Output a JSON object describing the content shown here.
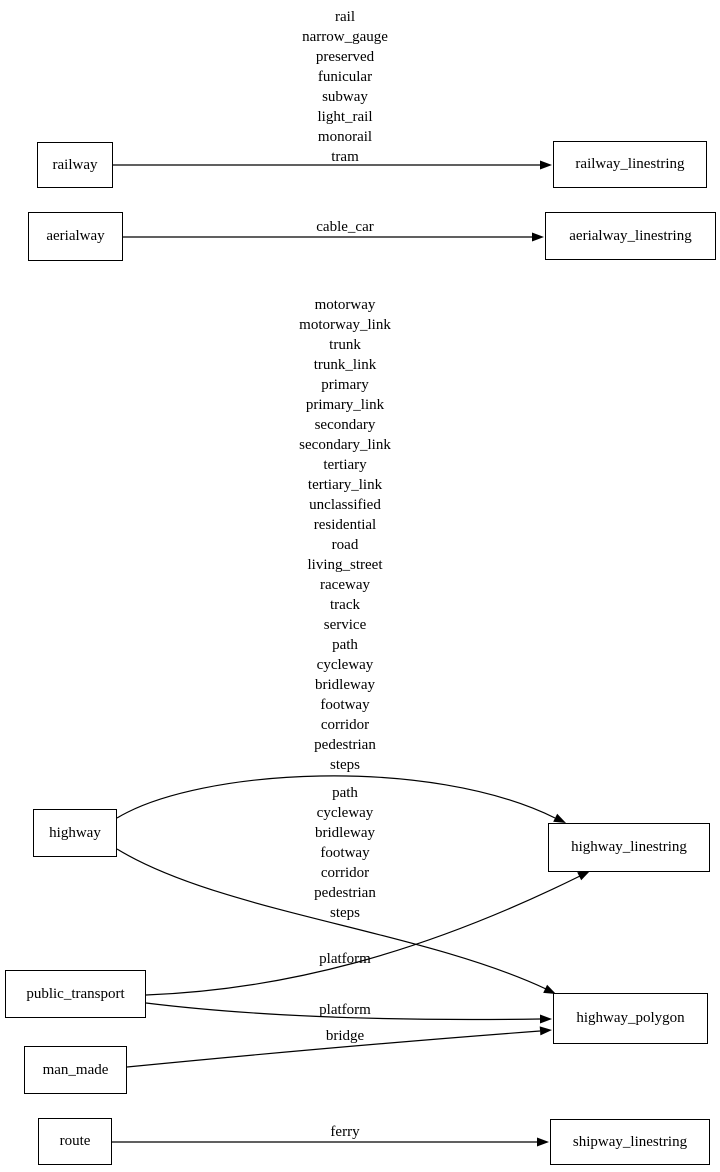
{
  "diagram": {
    "colors": {
      "background": "#ffffff",
      "node_border": "#000000",
      "edge": "#000000",
      "text": "#000000"
    },
    "nodes": [
      {
        "id": "railway",
        "label": "railway"
      },
      {
        "id": "railway_linestring",
        "label": "railway_linestring"
      },
      {
        "id": "aerialway",
        "label": "aerialway"
      },
      {
        "id": "aerialway_linestring",
        "label": "aerialway_linestring"
      },
      {
        "id": "highway",
        "label": "highway"
      },
      {
        "id": "highway_linestring",
        "label": "highway_linestring"
      },
      {
        "id": "public_transport",
        "label": "public_transport"
      },
      {
        "id": "highway_polygon",
        "label": "highway_polygon"
      },
      {
        "id": "man_made",
        "label": "man_made"
      },
      {
        "id": "route",
        "label": "route"
      },
      {
        "id": "shipway_linestring",
        "label": "shipway_linestring"
      }
    ],
    "edges": [
      {
        "from": "railway",
        "to": "railway_linestring",
        "labels": [
          "rail",
          "narrow_gauge",
          "preserved",
          "funicular",
          "subway",
          "light_rail",
          "monorail",
          "tram"
        ]
      },
      {
        "from": "aerialway",
        "to": "aerialway_linestring",
        "labels": [
          "cable_car"
        ]
      },
      {
        "from": "highway",
        "to": "highway_linestring",
        "labels": [
          "motorway",
          "motorway_link",
          "trunk",
          "trunk_link",
          "primary",
          "primary_link",
          "secondary",
          "secondary_link",
          "tertiary",
          "tertiary_link",
          "unclassified",
          "residential",
          "road",
          "living_street",
          "raceway",
          "track",
          "service",
          "path",
          "cycleway",
          "bridleway",
          "footway",
          "corridor",
          "pedestrian",
          "steps"
        ]
      },
      {
        "from": "highway",
        "to": "highway_polygon",
        "labels": [
          "path",
          "cycleway",
          "bridleway",
          "footway",
          "corridor",
          "pedestrian",
          "steps"
        ]
      },
      {
        "from": "public_transport",
        "to": "highway_linestring",
        "labels": [
          "platform"
        ]
      },
      {
        "from": "public_transport",
        "to": "highway_polygon",
        "labels": [
          "platform"
        ]
      },
      {
        "from": "man_made",
        "to": "highway_polygon",
        "labels": [
          "bridge"
        ]
      },
      {
        "from": "route",
        "to": "shipway_linestring",
        "labels": [
          "ferry"
        ]
      }
    ]
  }
}
